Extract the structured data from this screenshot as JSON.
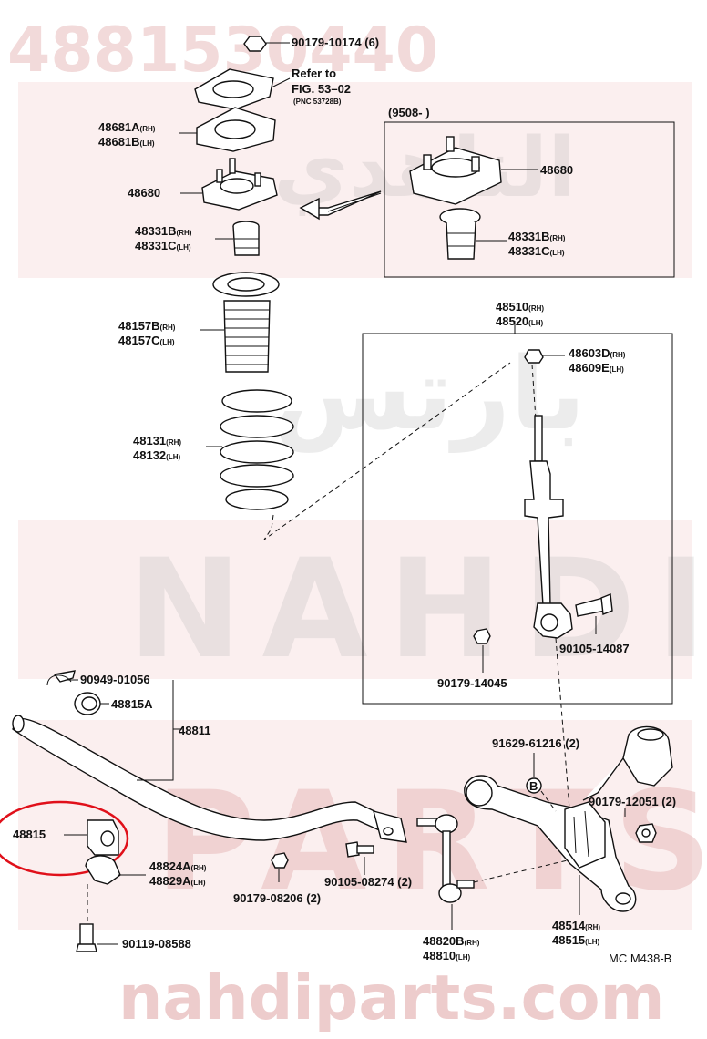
{
  "watermark": {
    "part_number": "4881530440",
    "nahdi": "NAHDI",
    "parts": "PARTS",
    "arabic": "الناهدي",
    "arabic_lower": "بارتس",
    "site": "nahdiparts.com"
  },
  "diagram_code": "MC M438-B",
  "inset_top": {
    "range": "(9508-          )"
  },
  "reference": {
    "line1": "Refer to",
    "line2": "FIG. 53–02",
    "line3": "(PNC 53728B)"
  },
  "labels": {
    "nut_top": "90179-10174 (6)",
    "p48681a": "48681A",
    "p48681b": "48681B",
    "p48680_left": "48680",
    "p48331b_left": "48331B",
    "p48331c_left": "48331C",
    "p48157b": "48157B",
    "p48157c": "48157C",
    "p48131": "48131",
    "p48132": "48132",
    "p48680_inset": "48680",
    "p48331b_inset": "48331B",
    "p48331c_inset": "48331C",
    "p48510": "48510",
    "p48520": "48520",
    "p48603d": "48603D",
    "p48609e": "48609E",
    "bolt_90105_14087": "90105-14087",
    "nut_90179_14045": "90179-14045",
    "p90949": "90949-01056",
    "p48815a": "48815A",
    "p48811": "48811",
    "p48815": "48815",
    "p48824a": "48824A",
    "p48829a": "48829A",
    "p90179_08206": "90179-08206 (2)",
    "p90105_08274": "90105-08274 (2)",
    "p90119_08588": "90119-08588",
    "p91629": "91629-61216 (2)",
    "p90179_12051": "90179-12051 (2)",
    "p48514": "48514",
    "p48515": "48515",
    "p48820b": "48820B",
    "p48810": "48810"
  },
  "suffix": {
    "rh": "(RH)",
    "lh": "(LH)"
  },
  "callout_b": "B",
  "colors": {
    "ink": "#111111",
    "watermark": "#e8bcbc",
    "highlight_circle": "#e0101a"
  }
}
